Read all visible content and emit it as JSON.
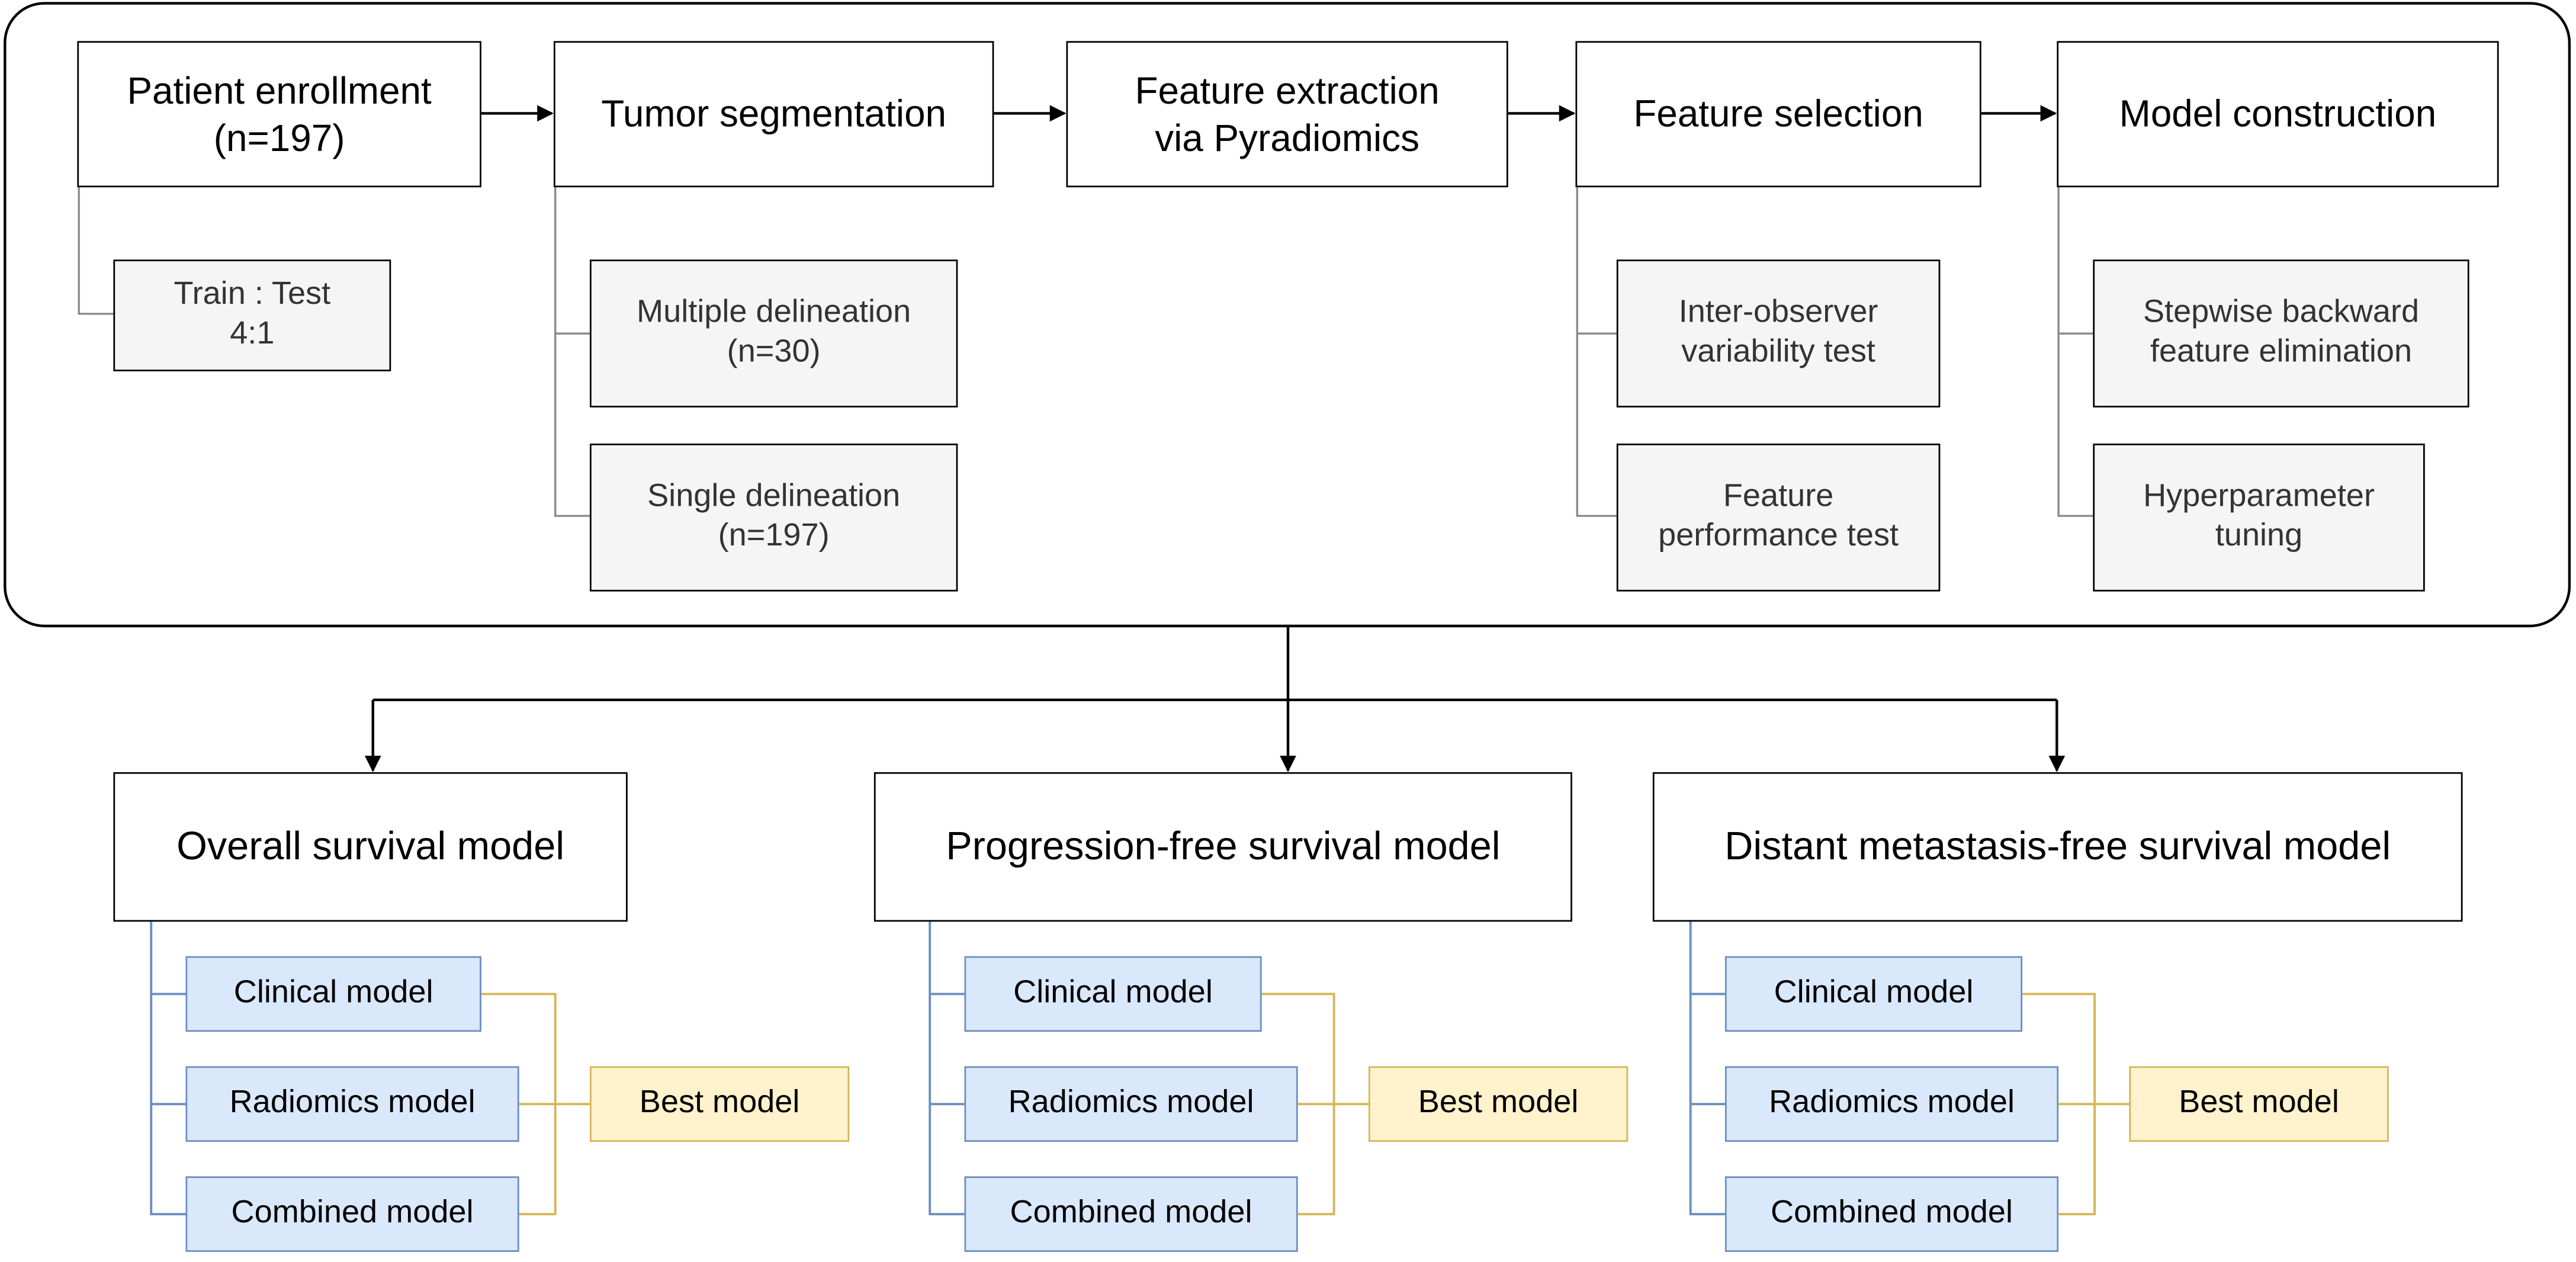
{
  "pipeline": {
    "steps": [
      {
        "label": "Patient enrollment\n(n=197)",
        "details": [
          "Train : Test\n4:1"
        ]
      },
      {
        "label": "Tumor segmentation",
        "details": [
          "Multiple delineation\n(n=30)",
          "Single delineation\n(n=197)"
        ]
      },
      {
        "label": "Feature extraction\nvia Pyradiomics",
        "details": []
      },
      {
        "label": "Feature selection",
        "details": [
          "Inter-observer\nvariability test",
          "Feature\nperformance test"
        ]
      },
      {
        "label": "Model construction",
        "details": [
          "Stepwise backward\nfeature elimination",
          "Hyperparameter\ntuning"
        ]
      }
    ]
  },
  "outcomes": [
    {
      "title": "Overall survival model",
      "submodels": [
        "Clinical model",
        "Radiomics model",
        "Combined model"
      ],
      "best": "Best model"
    },
    {
      "title": "Progression-free survival model",
      "submodels": [
        "Clinical model",
        "Radiomics model",
        "Combined model"
      ],
      "best": "Best model"
    },
    {
      "title": "Distant metastasis-free survival model",
      "submodels": [
        "Clinical model",
        "Radiomics model",
        "Combined model"
      ],
      "best": "Best model"
    }
  ],
  "colors": {
    "submodel_fill": "#dae8fc",
    "submodel_stroke": "#6c8ebf",
    "best_fill": "#fff2cc",
    "best_stroke": "#d6b656",
    "detail_fill": "#f5f5f5"
  }
}
